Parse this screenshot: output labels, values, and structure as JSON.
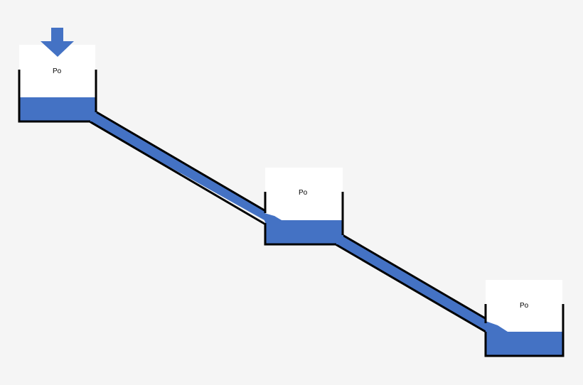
{
  "diagram": {
    "description": "Three open tanks connected in series by descending pipes, with downward pressure arrow on first tank",
    "colors": {
      "background": "#f5f5f5",
      "water": "#4472c4",
      "wall": "#000000",
      "air_space": "#ffffff"
    },
    "arrow": {
      "label": "",
      "direction": "down"
    },
    "tanks": [
      {
        "id": "tank-1",
        "label": "Po"
      },
      {
        "id": "tank-2",
        "label": "Po"
      },
      {
        "id": "tank-3",
        "label": "Po"
      }
    ],
    "pipes": [
      {
        "id": "pipe-1",
        "from": "tank-1",
        "to": "tank-2"
      },
      {
        "id": "pipe-2",
        "from": "tank-2",
        "to": "tank-3"
      }
    ]
  }
}
